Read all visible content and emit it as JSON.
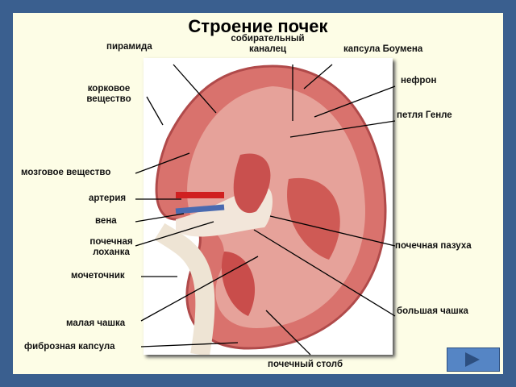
{
  "slide": {
    "title": "Строение почек"
  },
  "labels": {
    "pyramid": "пирамида",
    "collecting_duct": [
      "собирательный",
      "каналец"
    ],
    "bowman_capsule": "капсула Боумена",
    "cortex": [
      "корковое",
      "вещество"
    ],
    "nephron": "нефрон",
    "henle_loop": "петля Генле",
    "medulla": "мозговое вещество",
    "artery": "артерия",
    "vein": "вена",
    "renal_pelvis": [
      "почечная",
      "лоханка"
    ],
    "renal_sinus": "почечная пазуха",
    "ureter": "мочеточник",
    "minor_calyx": "малая чашка",
    "major_calyx": "большая чашка",
    "fibrous_capsule": "фиброзная капсула",
    "renal_column": "почечный столб"
  },
  "nav": {
    "next_icon": "play-triangle-icon"
  }
}
